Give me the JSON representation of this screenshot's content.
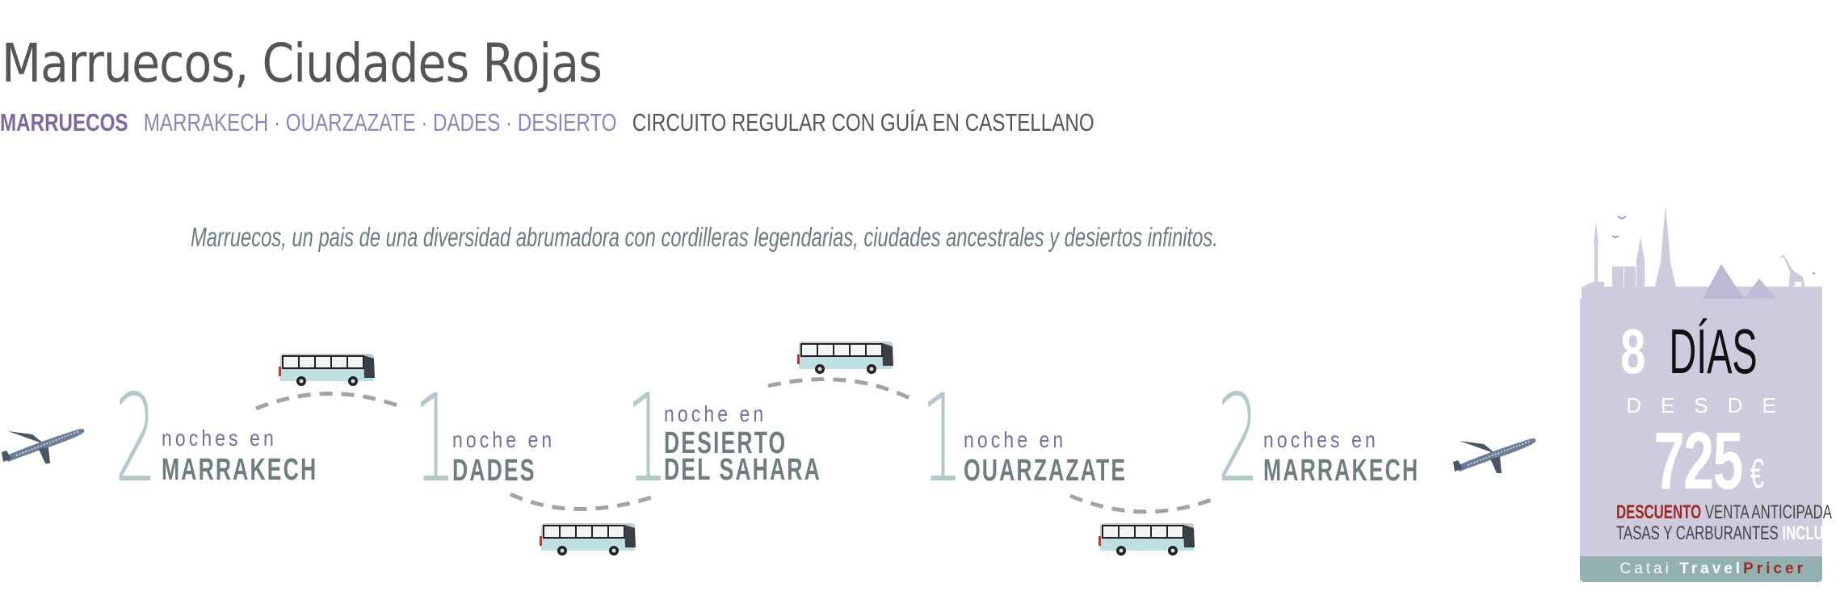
{
  "header": {
    "title": "Marruecos, Ciudades Rojas",
    "country": "MARRUECOS",
    "cities": "MARRAKECH · OUARZAZATE · DADES · DESIERTO",
    "circuit": "CIRCUITO REGULAR CON GUÍA EN CASTELLANO"
  },
  "tagline": "Marruecos, un pais de una diversidad abrumadora con cordilleras legendarias, ciudades ancestrales y desiertos infinitos.",
  "itinerary": {
    "start_icon": "airplane-icon",
    "end_icon": "airplane-icon",
    "transfer_icon": "bus-icon",
    "stops": [
      {
        "nights": "2",
        "label": "noches en",
        "city": "MARRAKECH"
      },
      {
        "nights": "1",
        "label": "noche en",
        "city": "DADES"
      },
      {
        "nights": "1",
        "label": "noche en",
        "city_line1": "DESIERTO",
        "city_line2": "DEL SAHARA"
      },
      {
        "nights": "1",
        "label": "noche en",
        "city": "OUARZAZATE"
      },
      {
        "nights": "2",
        "label": "noches en",
        "city": "MARRAKECH"
      }
    ]
  },
  "price_card": {
    "days_number": "8",
    "days_word": "DÍAS",
    "from_label": "DESDE",
    "price": "725",
    "currency": "€",
    "promo_highlight": "DESCUENTO",
    "promo_text": "VENTA ANTICIPADA",
    "taxes_text": "TASAS Y CARBURANTES",
    "taxes_highlight": "INCLUIDOS",
    "brand_part1": "Catai",
    "brand_part2": "Travel",
    "brand_part3": "Pricer",
    "colors": {
      "card_bg": "#d0cade",
      "footer_bg": "#93b0b3",
      "accent_red": "#9b2a1e"
    }
  },
  "colors": {
    "purple": "#7a6aa0",
    "number_teal": "#b4c8cb",
    "city_gray": "#6e7e7f",
    "dash_gray": "#a3a3a3"
  }
}
